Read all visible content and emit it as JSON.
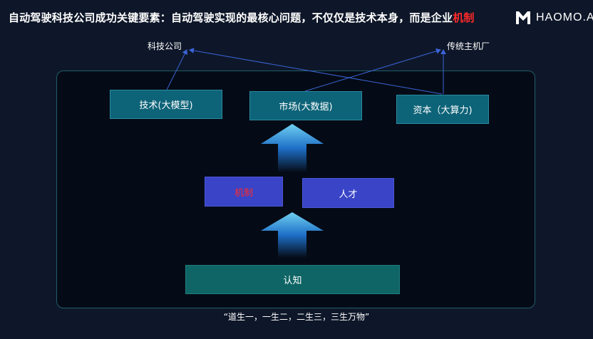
{
  "header": {
    "title_main": "自动驾驶科技公司成功关键要素：自动驾驶实现的最核心问题，不仅仅是技术本身，而是企业",
    "title_accent": "机制",
    "logo_text": "HAOMO.AI"
  },
  "top_labels": {
    "tech_company": "科技公司",
    "traditional_oem": "传统主机厂"
  },
  "row_top": {
    "technology": "技术(大模型)",
    "market": "市场(大数据)",
    "capital": "资本（大算力)"
  },
  "row_middle": {
    "mechanism": "机制",
    "talent": "人才"
  },
  "row_bottom": {
    "cognition": "认知"
  },
  "footer": {
    "quote": "“道生一，一生二，二生三，三生万物”"
  },
  "colors": {
    "background": "#0e1729",
    "accent_red": "#ff2a2a",
    "teal_box": "#0d6378",
    "blue_box": "#3944c7",
    "green_box": "#0f6565",
    "connector": "#3a63d6"
  }
}
